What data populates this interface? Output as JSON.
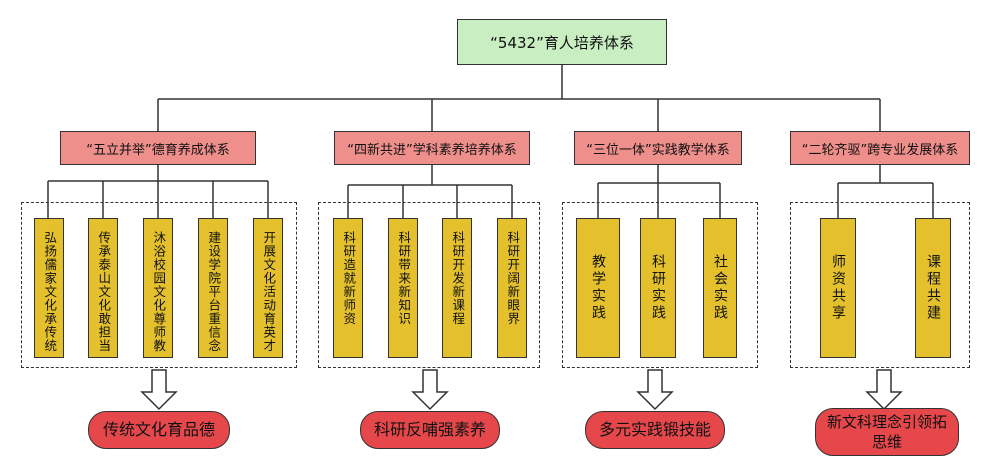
{
  "root": {
    "label": "“5432”育人培养体系"
  },
  "categories": [
    {
      "label": "“五立并举”德育养成体系",
      "items": [
        "弘扬儒家文化承传统",
        "传承泰山文化敢担当",
        "沐浴校园文化尊师教",
        "建设学院平台重信念",
        "开展文化活动育英才"
      ],
      "result": "传统文化育品德"
    },
    {
      "label": "“四新共进”学科素养培养体系",
      "items": [
        "科研造就新师资",
        "科研带来新知识",
        "科研开发新课程",
        "科研开阔新眼界"
      ],
      "result": "科研反哺强素养"
    },
    {
      "label": "“三位一体”实践教学体系",
      "items": [
        "教学实践",
        "科研实践",
        "社会实践"
      ],
      "result": "多元实践锻技能"
    },
    {
      "label": "“二轮齐驱”跨专业发展体系",
      "items": [
        "师资共享",
        "课程共建"
      ],
      "result": "新文科理念引领拓思维"
    }
  ],
  "colors": {
    "root": "#c8eec2",
    "category": "#ee8f8c",
    "item": "#e4c02d",
    "result": "#e5474a"
  }
}
